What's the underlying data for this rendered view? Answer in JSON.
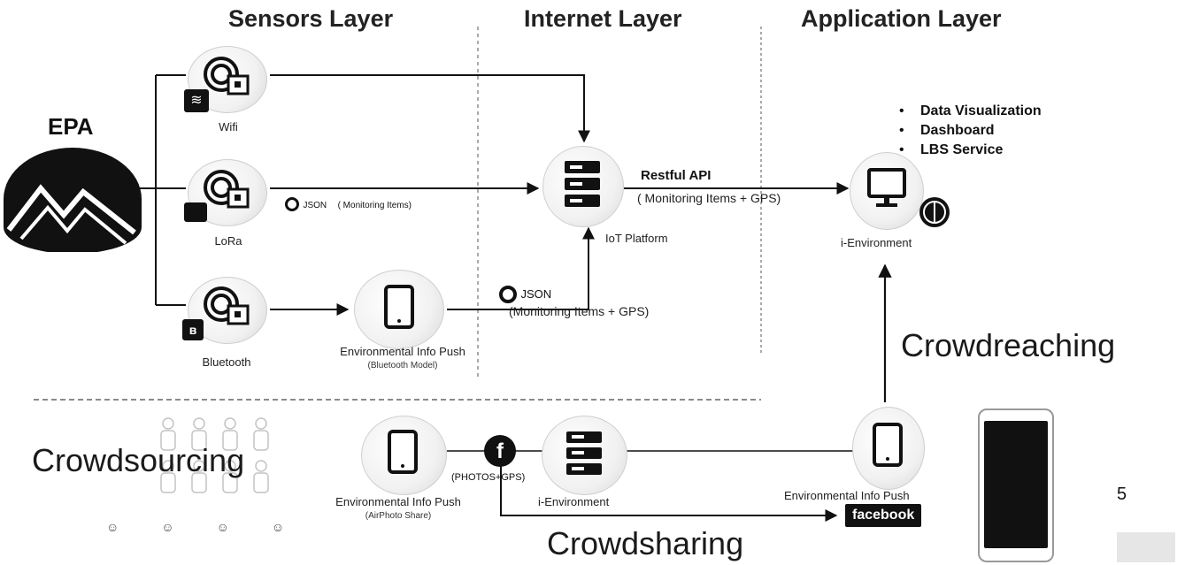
{
  "layers": {
    "sensors": "Sensors Layer",
    "internet": "Internet Layer",
    "application": "Application Layer"
  },
  "epa": "EPA",
  "sensors": [
    {
      "label": "Wifi"
    },
    {
      "label": "LoRa"
    },
    {
      "label": "Bluetooth"
    }
  ],
  "lora_json": {
    "tag": "JSON",
    "text": "( Monitoring Items)"
  },
  "iot": {
    "label": "IoT Platform"
  },
  "restful": {
    "title": "Restful API",
    "detail": "( Monitoring Items + GPS)"
  },
  "app_features": [
    "Data Visualization",
    "Dashboard",
    "LBS Service"
  ],
  "i_env_top": "i-Environment",
  "env_push_bt": {
    "label": "Environmental Info Push",
    "sub": "(Bluetooth Model)"
  },
  "bt_json": {
    "tag": "JSON",
    "text": "(Monitoring Items + GPS)"
  },
  "crowdreaching": "Crowdreaching",
  "crowdsourcing": "Crowdsourcing",
  "crowdsharing": "Crowdsharing",
  "env_push_air": {
    "label": "Environmental Info Push",
    "sub": "(AirPhoto Share)"
  },
  "photos_gps": "(PHOTOS+GPS)",
  "i_env_bottom": "i-Environment",
  "env_push_right": "Environmental Info Push",
  "facebook": "facebook",
  "slide_number": "5",
  "colors": {
    "accent": "#111111",
    "background": "#ffffff"
  }
}
